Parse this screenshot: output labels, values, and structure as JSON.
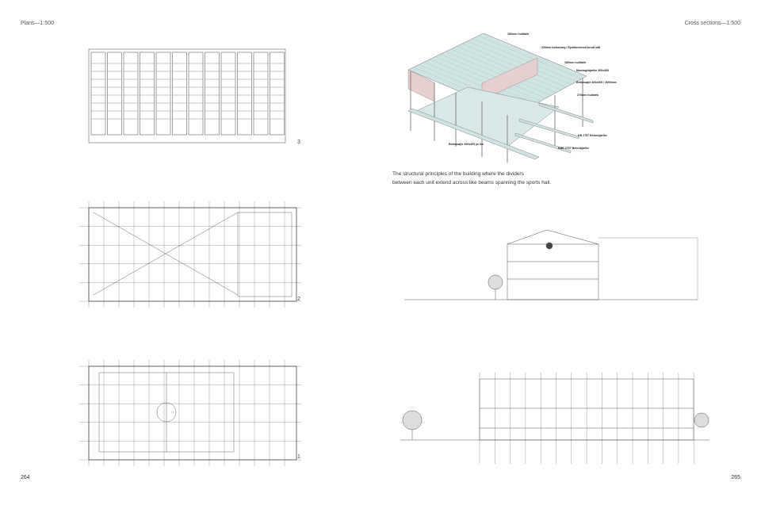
{
  "left_page": {
    "header": "Plans—1:500",
    "page_number": "264",
    "plan_indices": [
      "3",
      "2",
      "1"
    ]
  },
  "right_page": {
    "header": "Cross sections—1:500",
    "page_number": "265",
    "diagram_labels": [
      "180mm hulldæk",
      "220mm betonvæg / Ejektionsmed brudt stål",
      "180mm hulldæk",
      "Montagebjælke 300x300",
      "Betonsøjle 400x300 / 3000mm",
      "270mm hulldæk",
      "KB 2757 Betonbjælke",
      "KBE 2757 Betonbjælke",
      "Betonsøjle 400x300 pr 6m"
    ],
    "caption_lines": [
      "The structural principles of the building where the dividers",
      "between each unit extend across like beams spanning the sports hall."
    ]
  },
  "colors": {
    "panel": "#cfe3e3",
    "wall": "#e8cfcf",
    "line": "#555555"
  }
}
